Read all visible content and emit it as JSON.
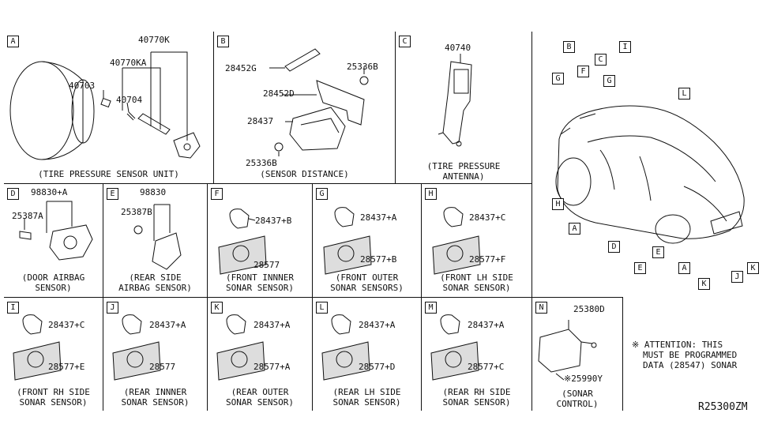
{
  "panels": {
    "A": {
      "tag": "A",
      "parts": [
        "40770K",
        "40770KA",
        "40703",
        "40704"
      ],
      "caption": [
        "(TIRE PRESSURE SENSOR UNIT)"
      ]
    },
    "B": {
      "tag": "B",
      "parts": [
        "28452G",
        "25336B",
        "28452D",
        "28437",
        "25336B"
      ],
      "caption": [
        "(SENSOR DISTANCE)"
      ]
    },
    "C": {
      "tag": "C",
      "parts": [
        "40740"
      ],
      "caption": [
        "(TIRE PRESSURE",
        "ANTENNA)"
      ]
    },
    "D": {
      "tag": "D",
      "parts": [
        "98830+A",
        "25387A"
      ],
      "caption": [
        "(DOOR AIRBAG",
        "SENSOR)"
      ]
    },
    "E": {
      "tag": "E",
      "parts": [
        "98830",
        "25387B"
      ],
      "caption": [
        "(REAR SIDE",
        "AIRBAG SENSOR)"
      ]
    },
    "F": {
      "tag": "F",
      "parts": [
        "28437+B",
        "28577"
      ],
      "caption": [
        "(FRONT INNNER",
        "SONAR SENSOR)"
      ]
    },
    "G": {
      "tag": "G",
      "parts": [
        "28437+A",
        "28577+B"
      ],
      "caption": [
        "(FRONT OUTER",
        "SONAR SENSORS)"
      ]
    },
    "H": {
      "tag": "H",
      "parts": [
        "28437+C",
        "28577+F"
      ],
      "caption": [
        "(FRONT LH SIDE",
        "SONAR SENSOR)"
      ]
    },
    "I": {
      "tag": "I",
      "parts": [
        "28437+C",
        "28577+E"
      ],
      "caption": [
        "(FRONT RH SIDE",
        "SONAR SENSOR)"
      ]
    },
    "J": {
      "tag": "J",
      "parts": [
        "28437+A",
        "28577"
      ],
      "caption": [
        "(REAR INNNER",
        "SONAR SENSOR)"
      ]
    },
    "K": {
      "tag": "K",
      "parts": [
        "28437+A",
        "28577+A"
      ],
      "caption": [
        "(REAR OUTER",
        "SONAR SENSOR)"
      ]
    },
    "L": {
      "tag": "L",
      "parts": [
        "28437+A",
        "28577+D"
      ],
      "caption": [
        "(REAR LH SIDE",
        "SONAR SENSOR)"
      ]
    },
    "M": {
      "tag": "M",
      "parts": [
        "28437+A",
        "28577+C"
      ],
      "caption": [
        "(REAR RH SIDE",
        "SONAR SENSOR)"
      ]
    },
    "N": {
      "tag": "N",
      "parts": [
        "25380D",
        "※25990Y"
      ],
      "caption": [
        "(SONAR",
        "CONTROL)"
      ]
    }
  },
  "car_callouts": [
    "B",
    "G",
    "F",
    "C",
    "G",
    "I",
    "L",
    "H",
    "A",
    "D",
    "E",
    "E",
    "A",
    "K",
    "J",
    "K"
  ],
  "attention": [
    "※ ATTENTION: THIS",
    "MUST BE PROGRAMMED",
    "DATA (28547) SONAR"
  ],
  "diagram_code": "R25300ZM"
}
